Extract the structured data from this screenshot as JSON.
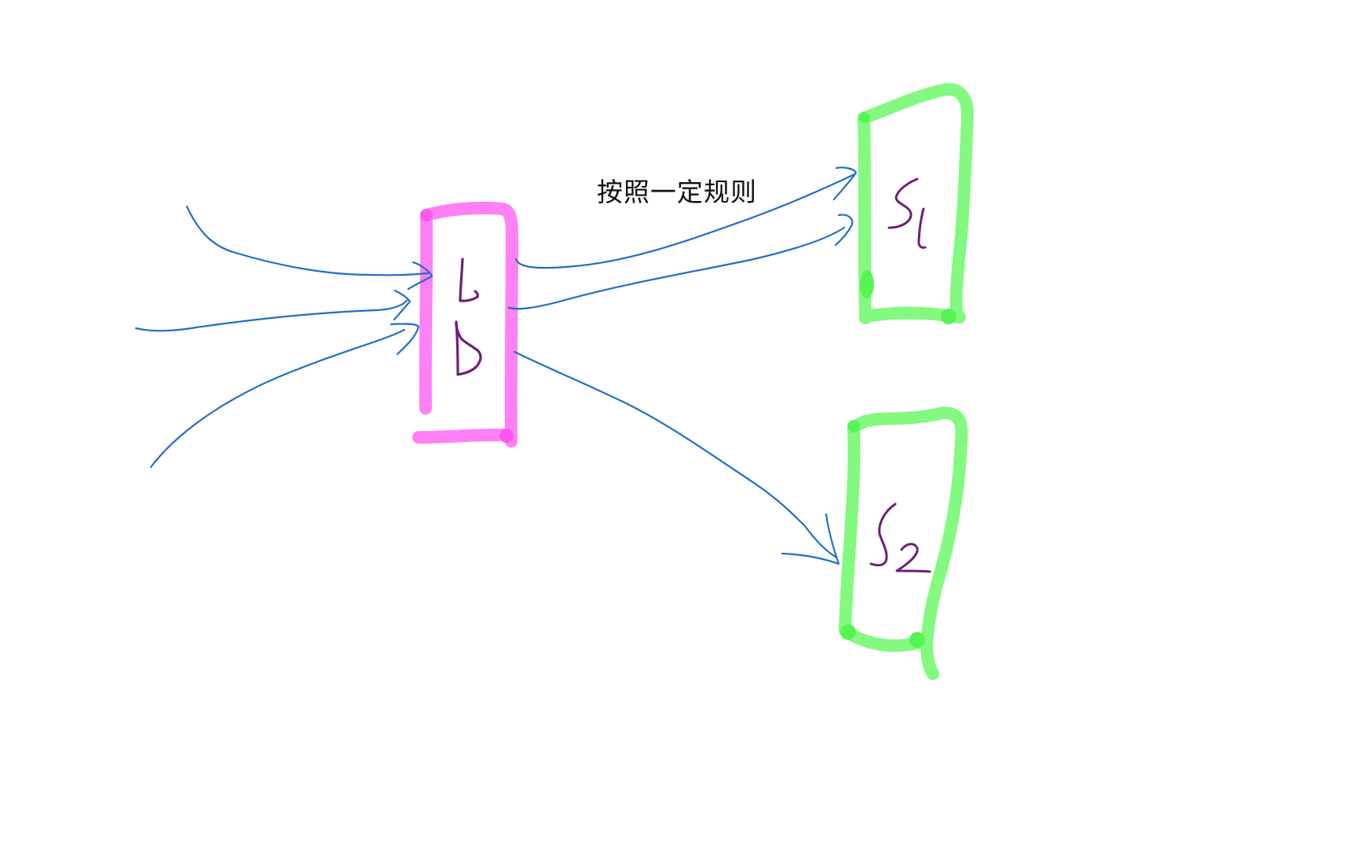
{
  "diagram": {
    "type": "load-balancer-sketch",
    "caption": "按照一定规则",
    "colors": {
      "load_balancer": "#FF7AF4",
      "server": "#7DF97A",
      "arrow": "#1E6FC8",
      "label": "#6E1E78",
      "caption": "#111111",
      "background": "#FFFFFF"
    },
    "nodes": [
      {
        "id": "lb",
        "label_lines": [
          "L",
          "B"
        ],
        "shape": "tall-rectangle",
        "color": "pink"
      },
      {
        "id": "s1",
        "label": "S",
        "subscript": "1",
        "shape": "tall-rectangle",
        "color": "green"
      },
      {
        "id": "s2",
        "label": "S",
        "subscript": "2",
        "shape": "tall-rectangle",
        "color": "green"
      }
    ],
    "edges": [
      {
        "from": "client-1",
        "to": "lb"
      },
      {
        "from": "client-2",
        "to": "lb"
      },
      {
        "from": "client-3",
        "to": "lb"
      },
      {
        "from": "lb",
        "to": "s1",
        "label": "按照一定规则"
      },
      {
        "from": "lb",
        "to": "s1"
      },
      {
        "from": "lb",
        "to": "s2"
      }
    ]
  }
}
